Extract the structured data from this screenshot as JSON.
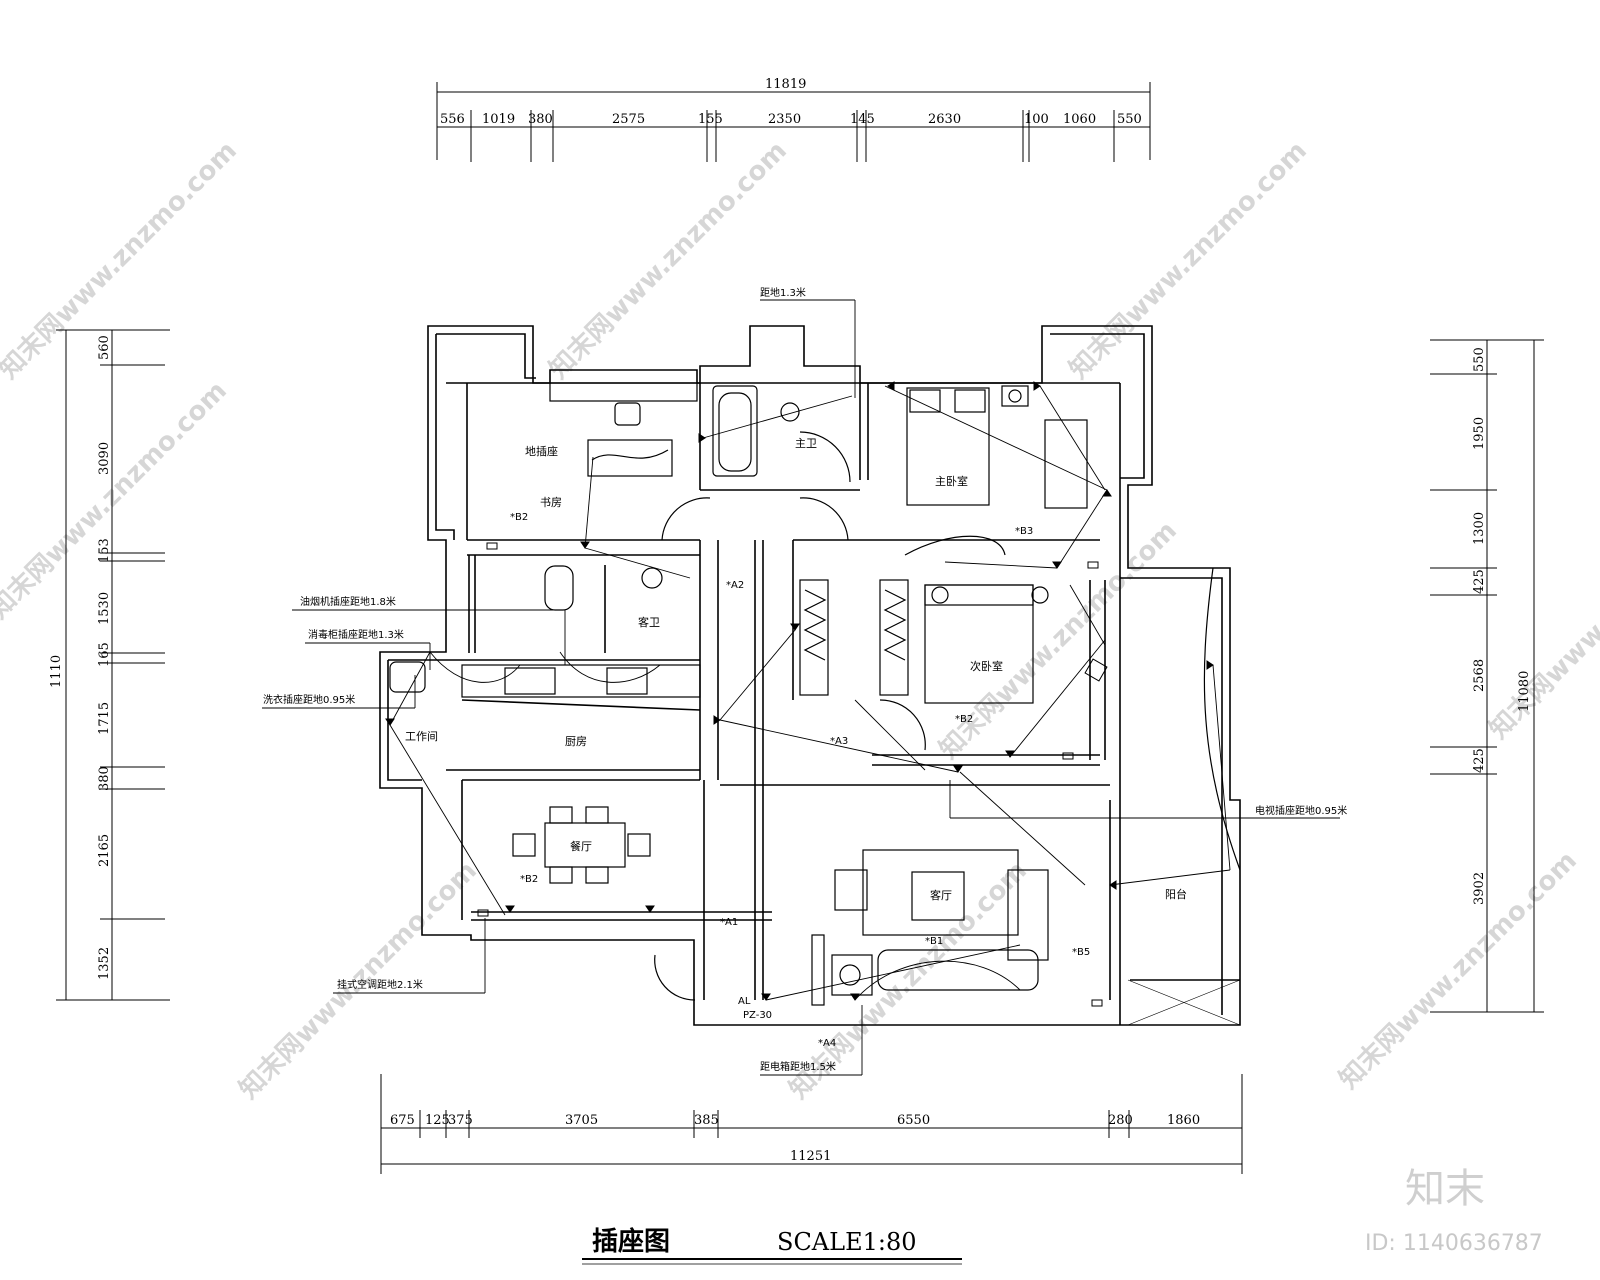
{
  "dimensions": {
    "top_total": "11819",
    "top": [
      "556",
      "1019",
      "380",
      "2575",
      "155",
      "2350",
      "145",
      "2630",
      "100",
      "1060",
      "550"
    ],
    "bottom_total": "11251",
    "bottom": [
      "675",
      "125",
      "375",
      "3705",
      "385",
      "6550",
      "280",
      "1860"
    ],
    "left_total": "1110",
    "left": [
      "560",
      "3090",
      "153",
      "1530",
      "165",
      "1715",
      "380",
      "2165",
      "1352"
    ],
    "right_total": "11080",
    "right": [
      "550",
      "1950",
      "1300",
      "425",
      "2568",
      "425",
      "3902"
    ]
  },
  "rooms": {
    "study": "书房",
    "master_bath": "主卫",
    "master_bed": "主卧室",
    "guest_bath": "客卫",
    "second_bed": "次卧室",
    "laundry": "工作间",
    "kitchen": "厨房",
    "dining": "餐厅",
    "living": "客厅",
    "balcony": "阳台",
    "floor_socket": "地插座"
  },
  "annotations": {
    "top_note": "距地1.3米",
    "note1": "油烟机插座距地1.8米",
    "note2": "消毒柜插座距地1.3米",
    "note3": "洗衣插座距地0.95米",
    "note4": "电视插座距地0.95米",
    "note5": "挂式空调距地2.1米",
    "note6": "距电箱距地1.5米"
  },
  "tags": [
    "*B2",
    "*B3",
    "*A2",
    "*A3",
    "*B2",
    "*B2",
    "*A1",
    "*B1",
    "*B5",
    "*A4",
    "PZ-30",
    "AL"
  ],
  "title": {
    "name": "插座图",
    "scale": "SCALE1:80"
  },
  "watermark": {
    "site": "知末网www.znzmo.com",
    "brand": "知末",
    "id": "ID: 1140636787"
  }
}
